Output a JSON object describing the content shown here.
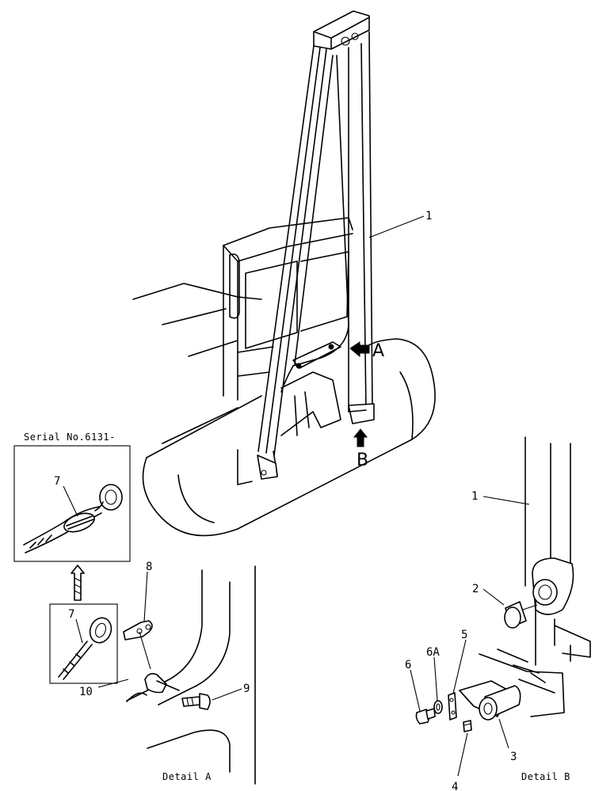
{
  "callouts": {
    "main_1": "1",
    "arrow_a": "A",
    "arrow_b": "B",
    "serial_caption": "Serial No.6131-",
    "inset_top_7": "7",
    "inset_bottom_7": "7",
    "detail_a_8": "8",
    "detail_a_9": "9",
    "detail_a_10": "10",
    "detail_a_caption": "Detail A",
    "detail_b_1": "1",
    "detail_b_2": "2",
    "detail_b_3": "3",
    "detail_b_4": "4",
    "detail_b_5": "5",
    "detail_b_6": "6",
    "detail_b_6a": "6A",
    "detail_b_caption": "Detail B"
  }
}
